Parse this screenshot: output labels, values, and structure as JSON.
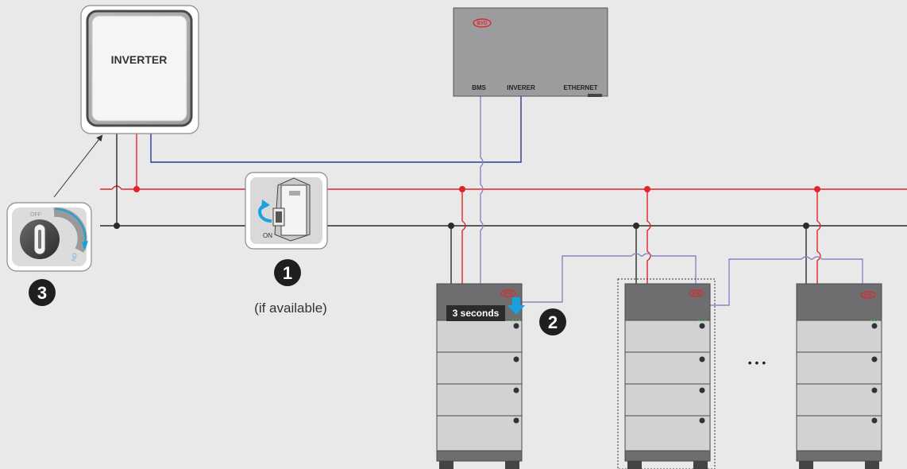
{
  "inverter": {
    "label": "INVERTER"
  },
  "bmu": {
    "logo": "BYD",
    "ports": [
      "BMS",
      "INVERER",
      "ETHERNET"
    ]
  },
  "isolator": {
    "off_label": "OFF",
    "on_label": "ON"
  },
  "breaker": {
    "on_label": "ON",
    "note": "(if available)"
  },
  "steps": {
    "one": "1",
    "two": "2",
    "three": "3"
  },
  "timing_label": "3 seconds",
  "battery_logo": "BYD",
  "ellipsis": "•   •   •",
  "colors": {
    "dc_positive": "#e1242b",
    "dc_negative": "#2b2b2b",
    "comm_blue": "#2a3a9a",
    "comm_light": "#8a85c6",
    "press_arrow": "#1aa0dc",
    "isolator_arc": "#1aa0dc",
    "led_green": "#39b54a",
    "battery_top": "#6e6e70",
    "battery_module": "#d2d2d4"
  },
  "icons": [
    "breaker-icon",
    "isolator-switch-icon",
    "curved-arrow-icon",
    "down-arrow-icon",
    "led-indicator-icon"
  ]
}
